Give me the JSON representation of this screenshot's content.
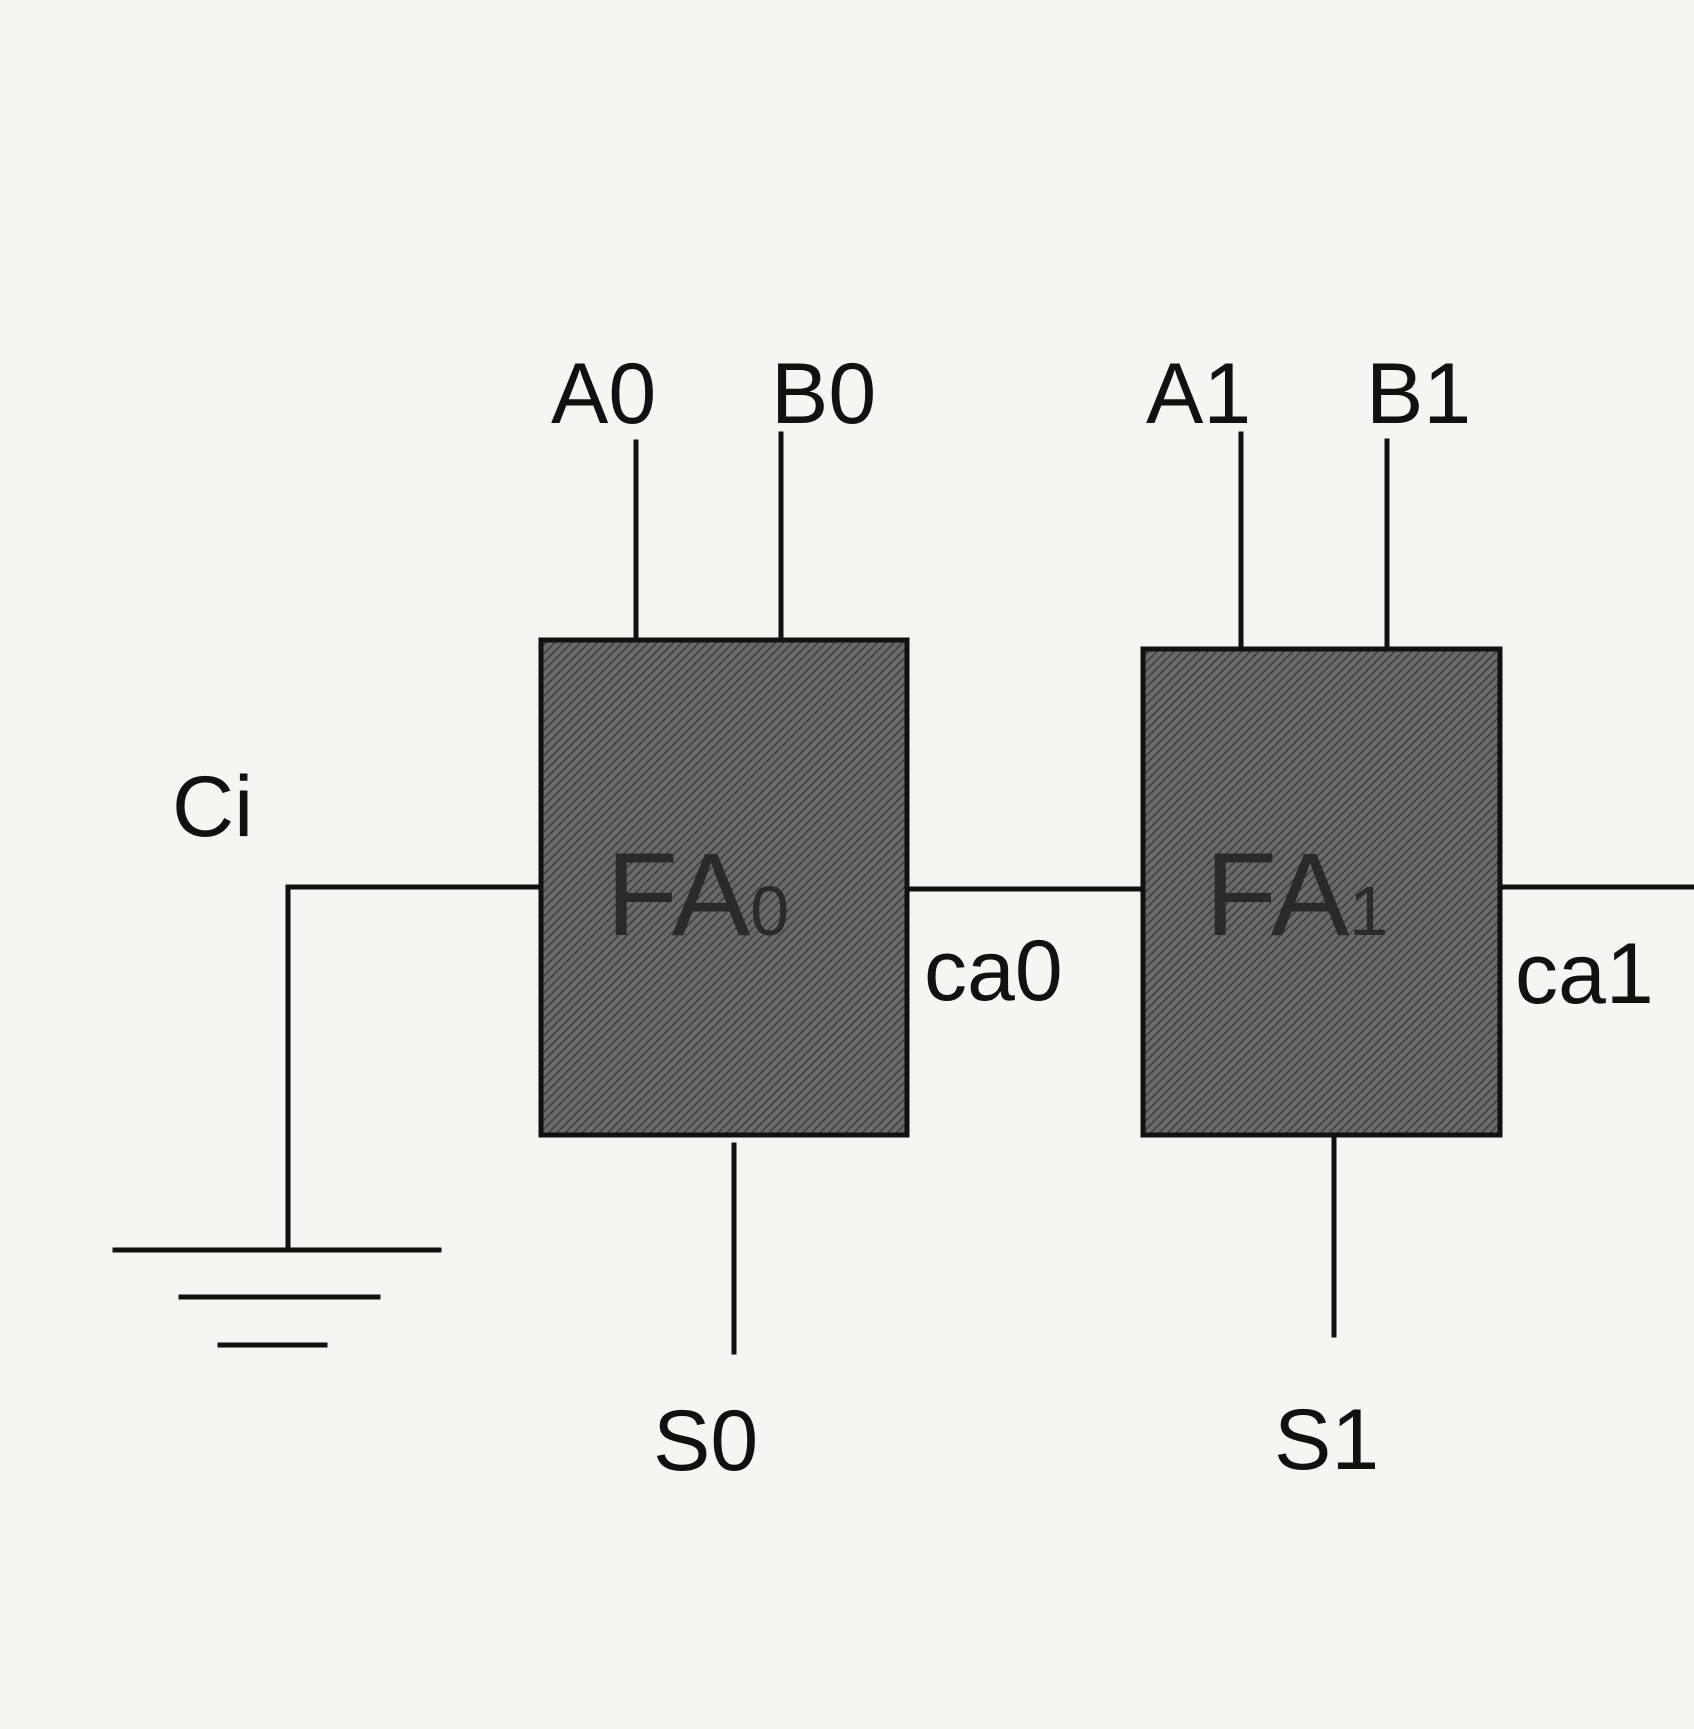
{
  "inputs": {
    "a0": "A0",
    "b0": "B0",
    "a1": "A1",
    "b1": "B1"
  },
  "carry_in": "Ci",
  "blocks": [
    {
      "name": "FA",
      "sub": "0"
    },
    {
      "name": "FA",
      "sub": "1"
    }
  ],
  "carries": {
    "ca0": "ca0",
    "ca1": "ca1"
  },
  "sums": {
    "s0": "S0",
    "s1": "S1"
  }
}
